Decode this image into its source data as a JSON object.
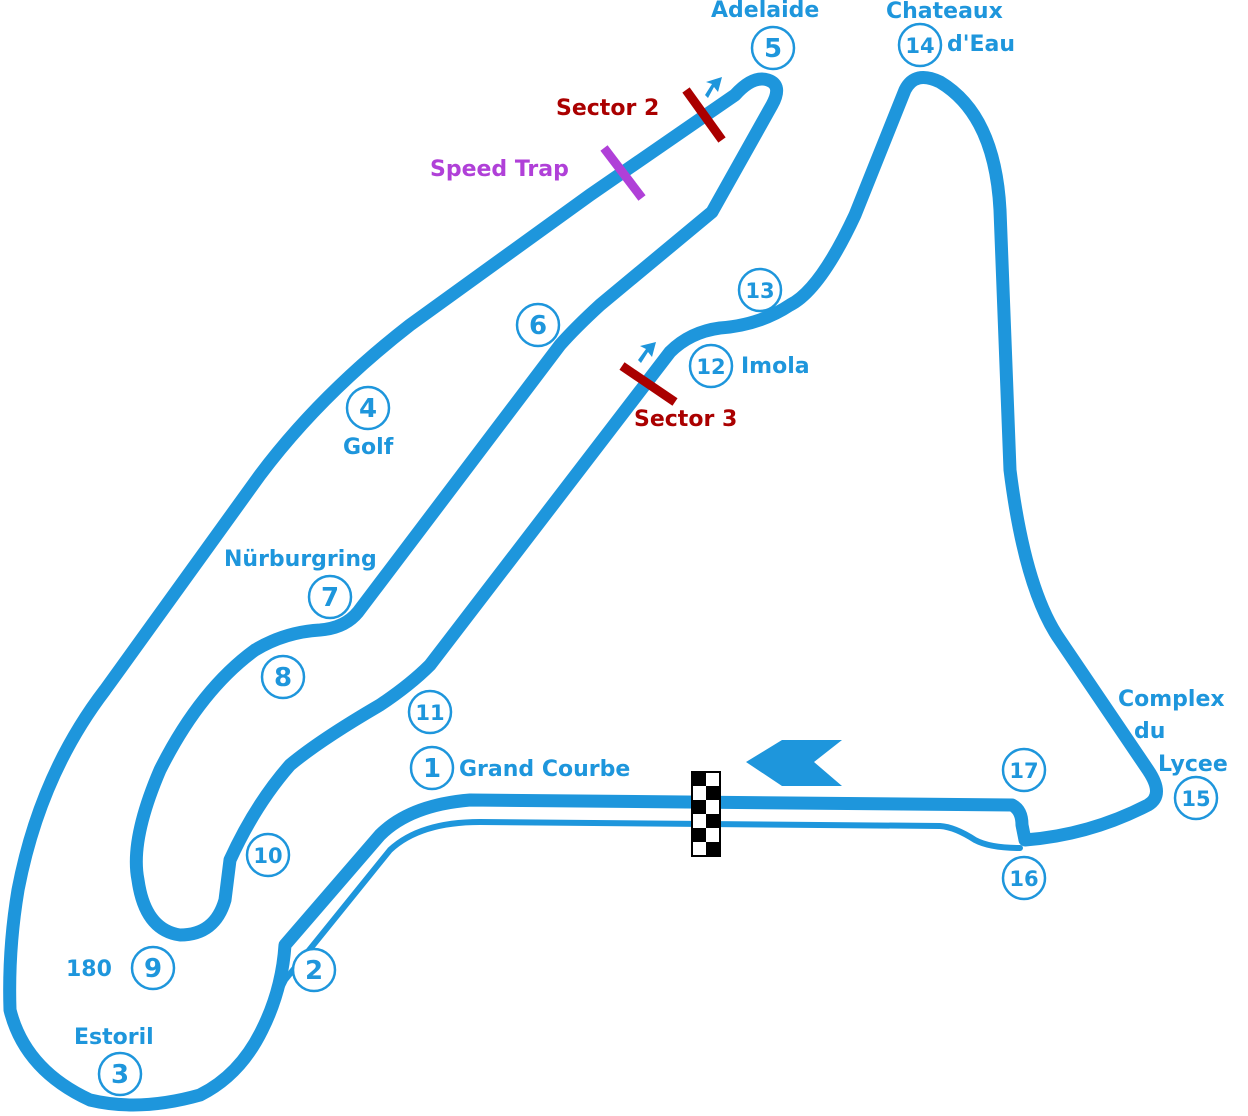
{
  "colors": {
    "track": "#1e96dc",
    "sector": "#aa0000",
    "speed_trap": "#b040d8",
    "background": "#ffffff",
    "flag_dark": "#000000",
    "flag_light": "#ffffff"
  },
  "markers": {
    "sector2": "Sector 2",
    "sector3": "Sector 3",
    "speed_trap": "Speed Trap"
  },
  "corners": [
    {
      "number": "1",
      "name": "Grand Courbe"
    },
    {
      "number": "2",
      "name": ""
    },
    {
      "number": "3",
      "name": "Estoril"
    },
    {
      "number": "4",
      "name": "Golf"
    },
    {
      "number": "5",
      "name": "Adelaide"
    },
    {
      "number": "6",
      "name": ""
    },
    {
      "number": "7",
      "name": "Nürburgring"
    },
    {
      "number": "8",
      "name": ""
    },
    {
      "number": "9",
      "name": "180"
    },
    {
      "number": "10",
      "name": ""
    },
    {
      "number": "11",
      "name": ""
    },
    {
      "number": "12",
      "name": "Imola"
    },
    {
      "number": "13",
      "name": ""
    },
    {
      "number": "14",
      "name_lines": [
        "Chateaux",
        "d'Eau"
      ]
    },
    {
      "number": "15",
      "name_lines": [
        "Complex",
        "du",
        "Lycee"
      ]
    },
    {
      "number": "16",
      "name": ""
    },
    {
      "number": "17",
      "name": ""
    }
  ],
  "icons": {
    "start_finish": "checkered-flag-icon",
    "direction": "direction-arrow-icon"
  }
}
